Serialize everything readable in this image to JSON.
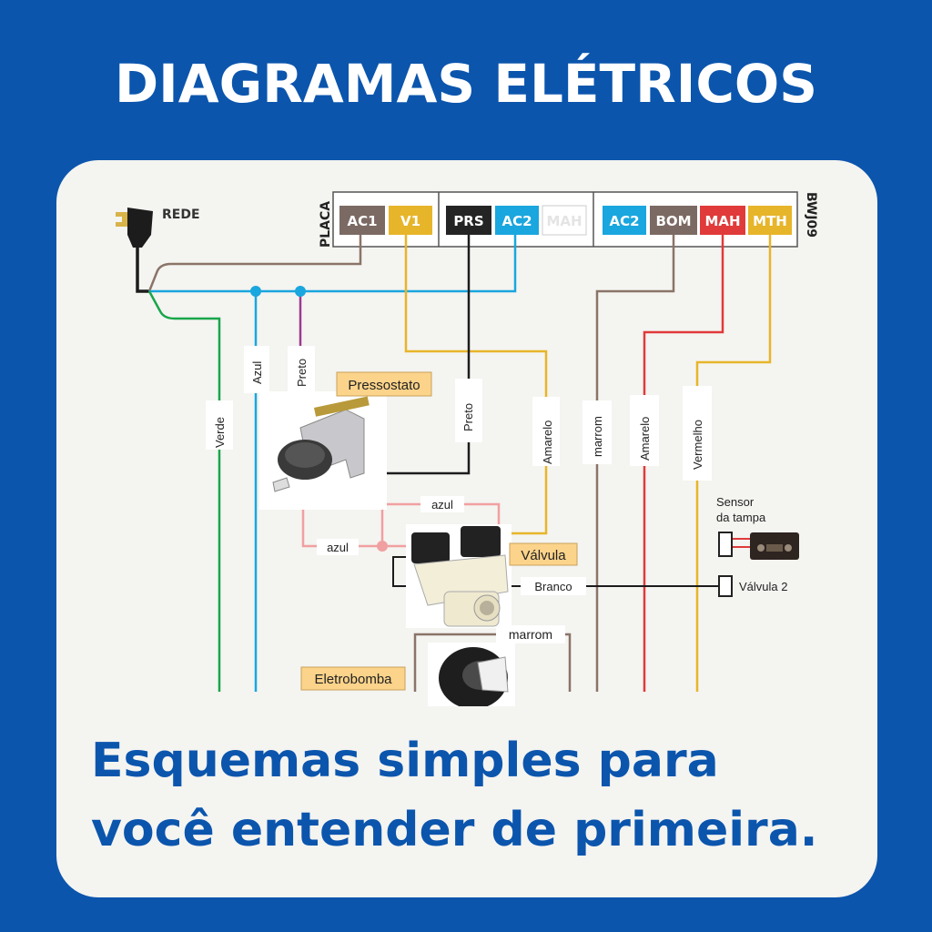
{
  "header": {
    "title": "DIAGRAMAS ELÉTRICOS"
  },
  "diagram": {
    "rede_label": "REDE",
    "placa_label": "PLACA",
    "board_model": "BWJ09",
    "terminals": [
      {
        "id": "t1",
        "label": "AC1",
        "color": "#7b6a63"
      },
      {
        "id": "t2",
        "label": "V1",
        "color": "#e7b52a"
      },
      {
        "id": "t3",
        "label": "PRS",
        "color": "#242424"
      },
      {
        "id": "t4",
        "label": "AC2",
        "color": "#1aa6de"
      },
      {
        "id": "t5",
        "label": "MAH",
        "color": "#ffffff"
      },
      {
        "id": "t6",
        "label": "AC2",
        "color": "#1aa6de"
      },
      {
        "id": "t7",
        "label": "BOM",
        "color": "#7b6a63"
      },
      {
        "id": "t8",
        "label": "MAH",
        "color": "#e03a3a"
      },
      {
        "id": "t9",
        "label": "MTH",
        "color": "#e7b52a"
      }
    ],
    "wire_labels": {
      "verde": "Verde",
      "azul_v": "Azul",
      "preto_v": "Preto",
      "preto_prs": "Preto",
      "amarelo_valve": "Amarelo",
      "marrom_bom": "marrom",
      "amarelo_mah": "Amarelo",
      "vermelho_mth": "Vermelho",
      "azul_top": "azul",
      "azul_left": "azul",
      "branco": "Branco",
      "marrom_pump": "marrom"
    },
    "components": {
      "pressostato": "Pressostato",
      "valvula": "Válvula",
      "eletrobomba": "Eletrobomba",
      "sensor_line1": "Sensor",
      "sensor_line2": "da tampa",
      "valvula2": "Válvula 2"
    },
    "wire_colors": {
      "brown": "#8a7468",
      "blue": "#1aa6de",
      "green": "#18a64a",
      "black": "#1c1c1c",
      "purple": "#9b3b8f",
      "yellow": "#e7b52a",
      "red": "#e03a3a",
      "pink": "#f0a0a0",
      "tag": "#fbd38a"
    }
  },
  "tagline": {
    "line1": "Esquemas simples para",
    "line2": "você entender de primeira."
  }
}
